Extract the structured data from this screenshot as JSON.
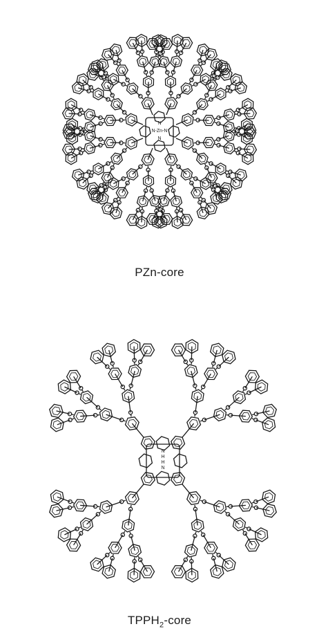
{
  "figures": [
    {
      "caption": "PZn-core",
      "core_labels": [
        "N",
        "N-Zn-N",
        "N"
      ]
    },
    {
      "caption_main": "TPPH",
      "caption_sub": "2",
      "caption_tail": "-core",
      "core_labels": [
        "N",
        "H",
        "H",
        "N"
      ]
    }
  ],
  "colors": {
    "ink": "#1a1a1a",
    "background": "#ffffff"
  }
}
